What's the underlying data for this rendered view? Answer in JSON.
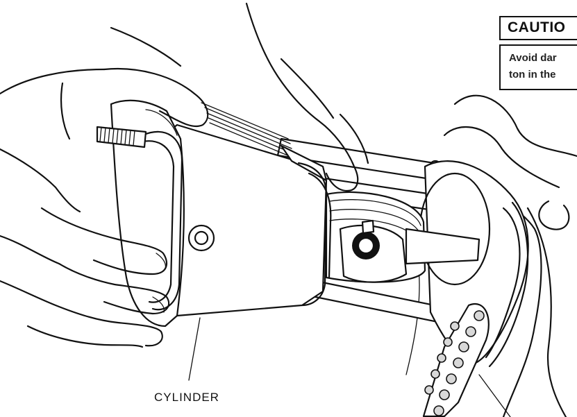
{
  "caution": {
    "heading": "CAUTIO",
    "lines": [
      "Avoid dar",
      "ton in the"
    ]
  },
  "top_fragment": "",
  "labels": {
    "cylinder": "CYLINDER"
  }
}
